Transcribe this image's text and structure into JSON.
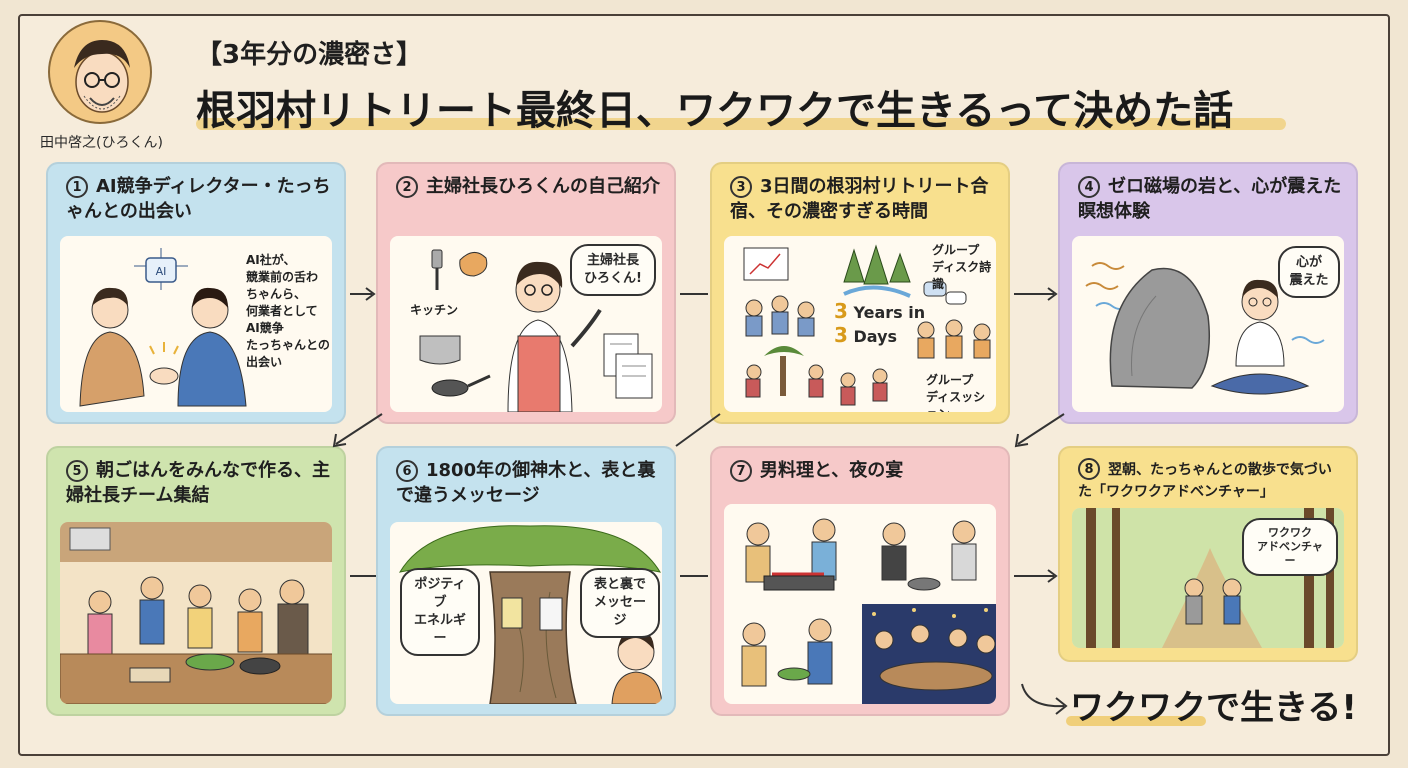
{
  "header": {
    "subtitle": "【3年分の濃密さ】",
    "title": "根羽村リトリート最終日、ワクワクで生きるって決めた話",
    "author": "田中啓之(ひろくん)"
  },
  "panels": [
    {
      "num": "1",
      "title": "AI競争ディレクター・たっちゃんとの出会い",
      "img_text": "AI社が、\n競業前の舌わ\nちゃんら、\n何業者として\nAI競争\nたっちゃんとの\n出会い",
      "chip_label": "AI"
    },
    {
      "num": "2",
      "title": "主婦社長ひろくんの自己紹介",
      "bubble": "主婦社長\nひろくん!",
      "kitchen_label": "キッチン"
    },
    {
      "num": "3",
      "title": "3日間の根羽村リトリート合宿、その濃密すぎる時間",
      "label_top": "グループ\nディスク詩識",
      "center_text_1": "Years in",
      "center_text_2": "Days",
      "center_num": "3",
      "label_bottom": "グループ\nディスッション"
    },
    {
      "num": "4",
      "title": "ゼロ磁場の岩と、心が震えた瞑想体験",
      "bubble": "心が\n震えた"
    },
    {
      "num": "5",
      "title": "朝ごはんをみんなで作る、主婦社長チーム集結"
    },
    {
      "num": "6",
      "title": "1800年の御神木と、表と裏で違うメッセージ",
      "bubble_left": "ポジティブ\nエネルギー",
      "bubble_right": "表と裏で\nメッセージ"
    },
    {
      "num": "7",
      "title": "男料理と、夜の宴"
    },
    {
      "num": "8",
      "title": "翌朝、たっちゃんとの散歩で気づいた「ワクワクアドベンチャー」",
      "bubble": "ワクワク\nアドベンチャー"
    }
  ],
  "final": "ワクワクで生きる!",
  "colors": {
    "blue": "#c4e2ee",
    "pink": "#f6c9c9",
    "yellow": "#f8e08e",
    "purple": "#d9c6ea",
    "green": "#cfe4ae"
  }
}
